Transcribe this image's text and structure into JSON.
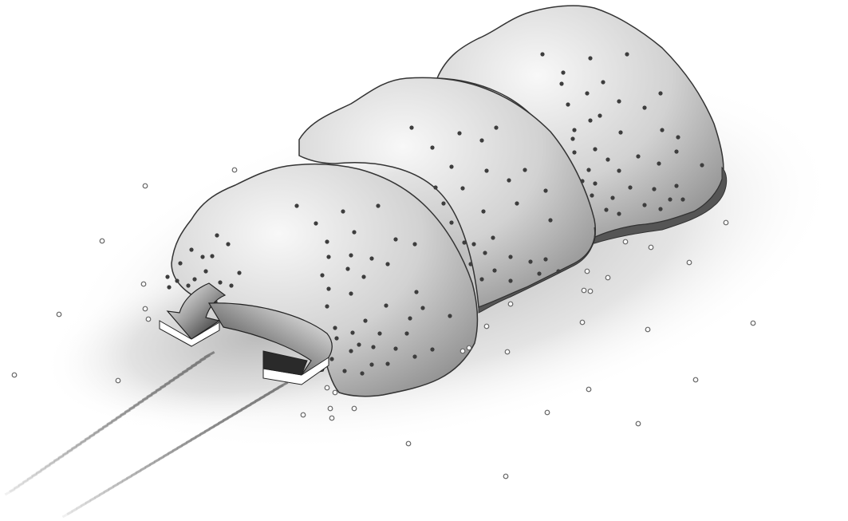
{
  "colors": {
    "background": "#ffffff",
    "mound_light": "#f4f4f4",
    "mound_mid": "#c8c8c8",
    "mound_dark": "#8c8c8c",
    "outline": "#3a3a3a",
    "shadow": "#bdbdbd",
    "base_edge": "#555555",
    "dot": "#444444",
    "scatter_stroke": "#666666",
    "arrow_dark": "#2a2a2a",
    "arrow_light": "#ffffff"
  },
  "elements": {
    "mound_segments": 3,
    "curved_arrows": 2,
    "ground_tracks": 2
  }
}
